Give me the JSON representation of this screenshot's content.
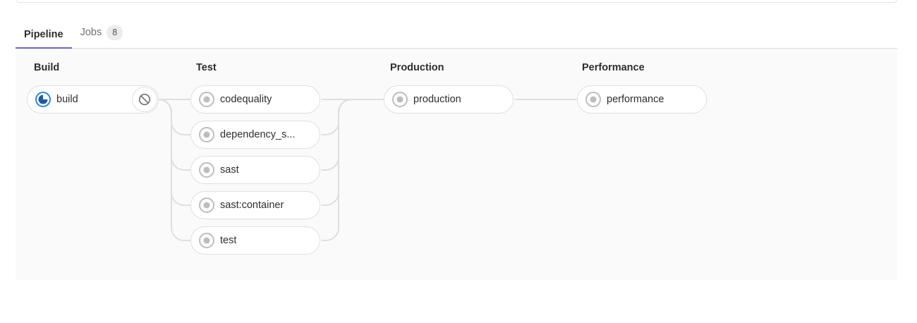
{
  "tabs": [
    {
      "label": "Pipeline",
      "active": true
    },
    {
      "label": "Jobs",
      "badge": "8"
    }
  ],
  "pipeline": {
    "stages": [
      {
        "name": "Build",
        "jobs": [
          {
            "name": "build",
            "status": "running",
            "action": "cancel"
          }
        ]
      },
      {
        "name": "Test",
        "jobs": [
          {
            "name": "codequality",
            "status": "created"
          },
          {
            "name": "dependency_s...",
            "status": "created"
          },
          {
            "name": "sast",
            "status": "created"
          },
          {
            "name": "sast:container",
            "status": "created"
          },
          {
            "name": "test",
            "status": "created"
          }
        ]
      },
      {
        "name": "Production",
        "jobs": [
          {
            "name": "production",
            "status": "created"
          }
        ]
      },
      {
        "name": "Performance",
        "jobs": [
          {
            "name": "performance",
            "status": "created"
          }
        ]
      }
    ]
  },
  "colors": {
    "tab_indicator": "#6666c4",
    "running_ring": "#2e87e0",
    "running_fill": "#1f5aa8",
    "created_gray": "#bdbdbd",
    "cancel_gray": "#707070",
    "connector": "#dfdfdf",
    "graph_bg": "#fafafa"
  }
}
